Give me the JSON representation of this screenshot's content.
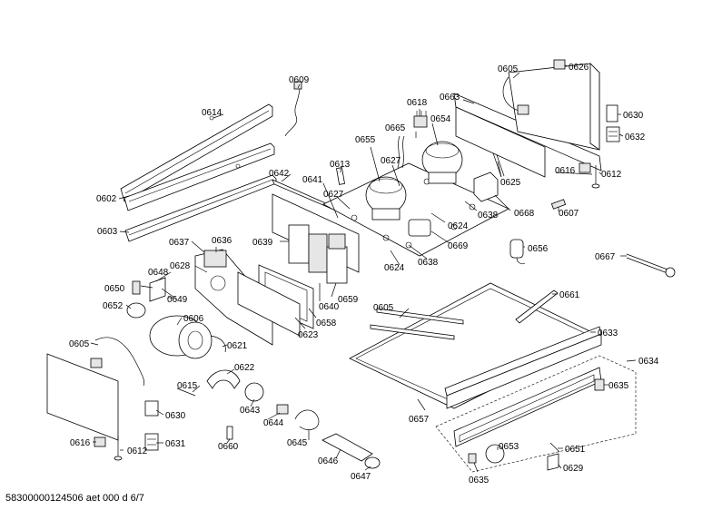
{
  "labels": [
    {
      "id": "p0602",
      "text": "0602"
    },
    {
      "id": "p0603",
      "text": "0603"
    },
    {
      "id": "p0605a",
      "text": "0605"
    },
    {
      "id": "p0605b",
      "text": "0605"
    },
    {
      "id": "p0606",
      "text": "0606"
    },
    {
      "id": "p0607",
      "text": "0607"
    },
    {
      "id": "p0609",
      "text": "0609"
    },
    {
      "id": "p0612a",
      "text": "0612"
    },
    {
      "id": "p0612b",
      "text": "0612"
    },
    {
      "id": "p0613",
      "text": "0613"
    },
    {
      "id": "p0614",
      "text": "0614"
    },
    {
      "id": "p0615",
      "text": "0615"
    },
    {
      "id": "p0616a",
      "text": "0616"
    },
    {
      "id": "p0616b",
      "text": "0616"
    },
    {
      "id": "p0618",
      "text": "0618"
    },
    {
      "id": "p0621",
      "text": "0621"
    },
    {
      "id": "p0622",
      "text": "0622"
    },
    {
      "id": "p0623",
      "text": "0623"
    },
    {
      "id": "p0624a",
      "text": "0624"
    },
    {
      "id": "p0624b",
      "text": "0624"
    },
    {
      "id": "p0625",
      "text": "0625"
    },
    {
      "id": "p0626",
      "text": "0626"
    },
    {
      "id": "p0627a",
      "text": "0627"
    },
    {
      "id": "p0627b",
      "text": "0627"
    },
    {
      "id": "p0628",
      "text": "0628"
    },
    {
      "id": "p0629",
      "text": "0629"
    },
    {
      "id": "p0630a",
      "text": "0630"
    },
    {
      "id": "p0630b",
      "text": "0630"
    },
    {
      "id": "p0631",
      "text": "0631"
    },
    {
      "id": "p0632",
      "text": "0632"
    },
    {
      "id": "p0633",
      "text": "0633"
    },
    {
      "id": "p0634",
      "text": "0634"
    },
    {
      "id": "p0635a",
      "text": "0635"
    },
    {
      "id": "p0635b",
      "text": "0635"
    },
    {
      "id": "p0636",
      "text": "0636"
    },
    {
      "id": "p0637",
      "text": "0637"
    },
    {
      "id": "p0638a",
      "text": "0638"
    },
    {
      "id": "p0638b",
      "text": "0638"
    },
    {
      "id": "p0639",
      "text": "0639"
    },
    {
      "id": "p0640",
      "text": "0640"
    },
    {
      "id": "p0641",
      "text": "0641"
    },
    {
      "id": "p0642",
      "text": "0642"
    },
    {
      "id": "p0643",
      "text": "0643"
    },
    {
      "id": "p0644",
      "text": "0644"
    },
    {
      "id": "p0645",
      "text": "0645"
    },
    {
      "id": "p0646",
      "text": "0646"
    },
    {
      "id": "p0647",
      "text": "0647"
    },
    {
      "id": "p0648",
      "text": "0648"
    },
    {
      "id": "p0649",
      "text": "0649"
    },
    {
      "id": "p0650",
      "text": "0650"
    },
    {
      "id": "p0651",
      "text": "0651"
    },
    {
      "id": "p0652",
      "text": "0652"
    },
    {
      "id": "p0653",
      "text": "0653"
    },
    {
      "id": "p0654",
      "text": "0654"
    },
    {
      "id": "p0655",
      "text": "0655"
    },
    {
      "id": "p0656",
      "text": "0656"
    },
    {
      "id": "p0657",
      "text": "0657"
    },
    {
      "id": "p0658",
      "text": "0658"
    },
    {
      "id": "p0659",
      "text": "0659"
    },
    {
      "id": "p0660",
      "text": "0660"
    },
    {
      "id": "p0661",
      "text": "0661"
    },
    {
      "id": "p0663",
      "text": "0663"
    },
    {
      "id": "p0665",
      "text": "0665"
    },
    {
      "id": "p0667",
      "text": "0667"
    },
    {
      "id": "p0668",
      "text": "0668"
    },
    {
      "id": "p0669",
      "text": "0669"
    }
  ],
  "footer": "58300000124506 aet 000 d 6/7"
}
